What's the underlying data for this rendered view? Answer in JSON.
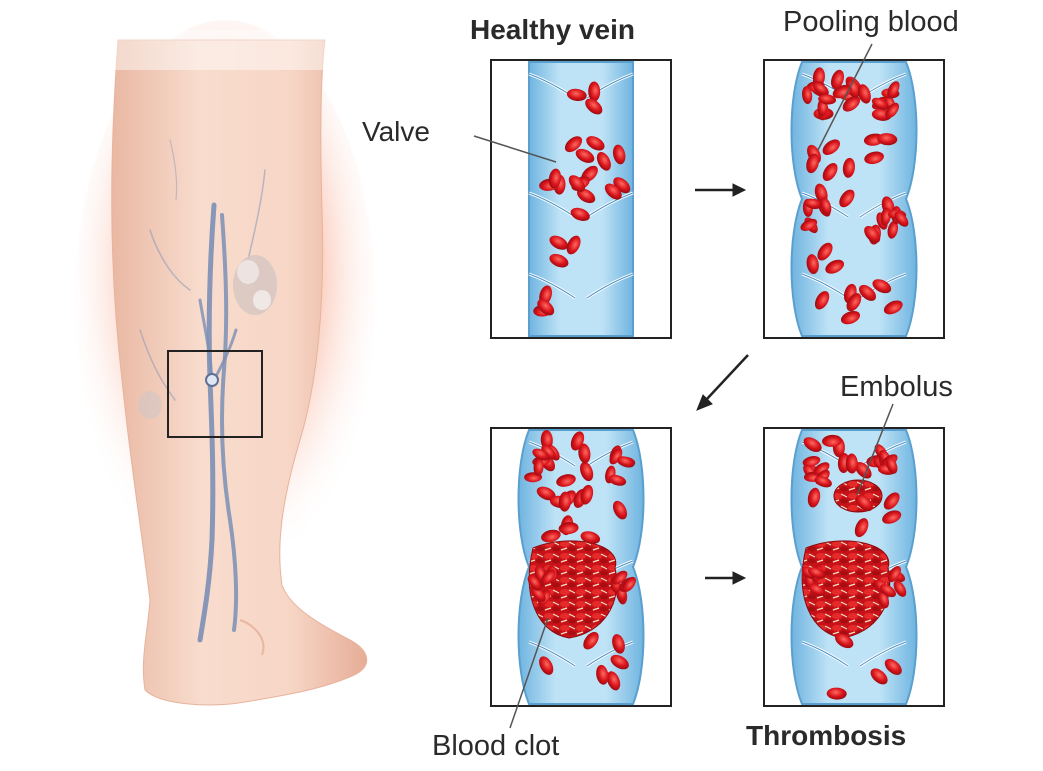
{
  "labels": {
    "healthy_vein": "Healthy vein",
    "pooling_blood": "Pooling blood",
    "valve": "Valve",
    "embolus": "Embolus",
    "blood_clot": "Blood clot",
    "thrombosis": "Thrombosis"
  },
  "colors": {
    "vein_fill": "#a9d4ef",
    "vein_edge": "#5b9fcf",
    "cell_red": "#d8141c",
    "skin": "#f6d3c2",
    "glow": "#f26a45",
    "outline": "#222222"
  }
}
